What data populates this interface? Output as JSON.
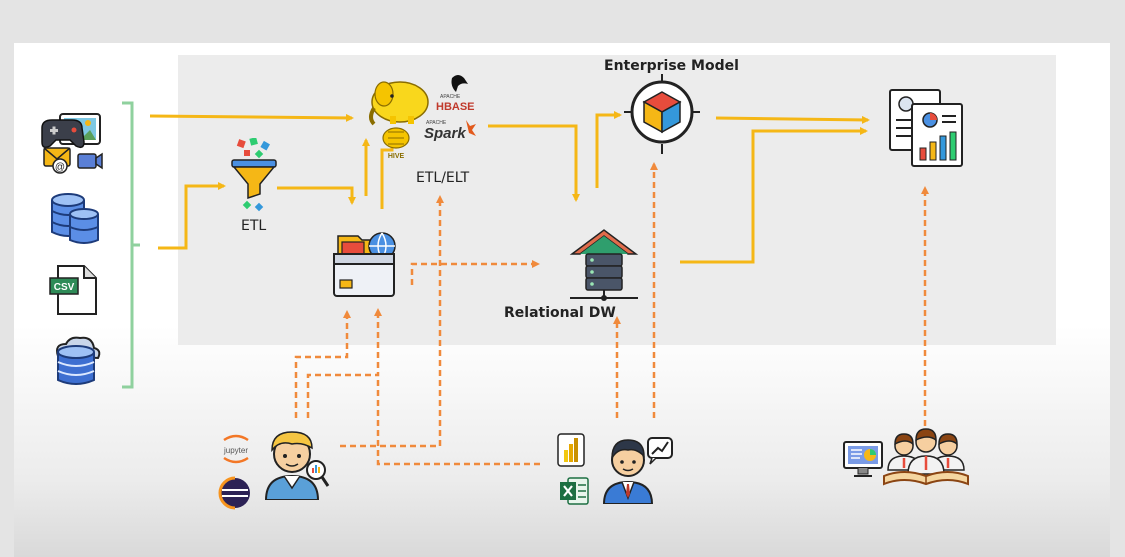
{
  "labels": {
    "etl": "ETL",
    "etl_elt": "ETL/ELT",
    "enterprise_model": "Enterprise Model",
    "relational_dw": "Relational DW"
  },
  "logos": {
    "hbase_small": "APACHE",
    "hbase": "HBASE",
    "spark_small": "APACHE",
    "spark": "Spark",
    "hive": "HIVE",
    "csv": "CSV",
    "jupyter": "jupyter"
  },
  "colors": {
    "solid_flow": "#f5b716",
    "dashed_flow": "#f08a3c",
    "bracket": "#8fd19e",
    "panel": "#ececec"
  },
  "icons": [
    "media-sources-icon",
    "database-icon",
    "csv-file-icon",
    "cloud-database-icon",
    "etl-funnel-icon",
    "big-data-stack-icon",
    "data-lake-icon",
    "enterprise-model-cube-icon",
    "relational-dw-icon",
    "reports-icon",
    "data-scientist-icon",
    "business-analyst-icon",
    "business-users-icon",
    "power-bi-icon",
    "excel-icon",
    "jupyter-icon",
    "eclipse-icon"
  ]
}
